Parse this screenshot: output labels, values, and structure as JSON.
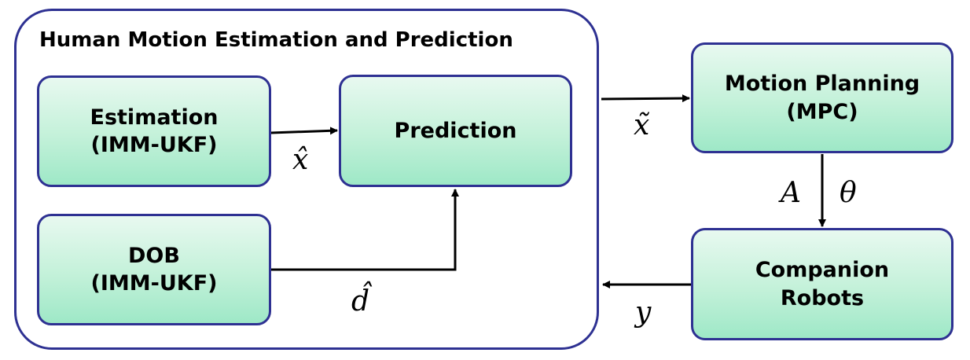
{
  "container": {
    "title": "Human Motion Estimation and Prediction"
  },
  "blocks": {
    "estimation": {
      "line1": "Estimation",
      "line2": "(IMM-UKF)"
    },
    "dob": {
      "line1": "DOB",
      "line2": "(IMM-UKF)"
    },
    "prediction": {
      "line1": "Prediction"
    },
    "motion_planning": {
      "line1": "Motion Planning",
      "line2": "(MPC)"
    },
    "companion_robots": {
      "line1": "Companion",
      "line2": "Robots"
    }
  },
  "signals": {
    "x_hat": "x̂",
    "d_hat": "d̂",
    "x_tilde": "x̃",
    "A": "A",
    "theta": "θ",
    "y": "y"
  },
  "colors": {
    "border": "#2e3192",
    "block_fill_top": "#e8f9f0",
    "block_fill_bottom": "#9ee8c7"
  }
}
